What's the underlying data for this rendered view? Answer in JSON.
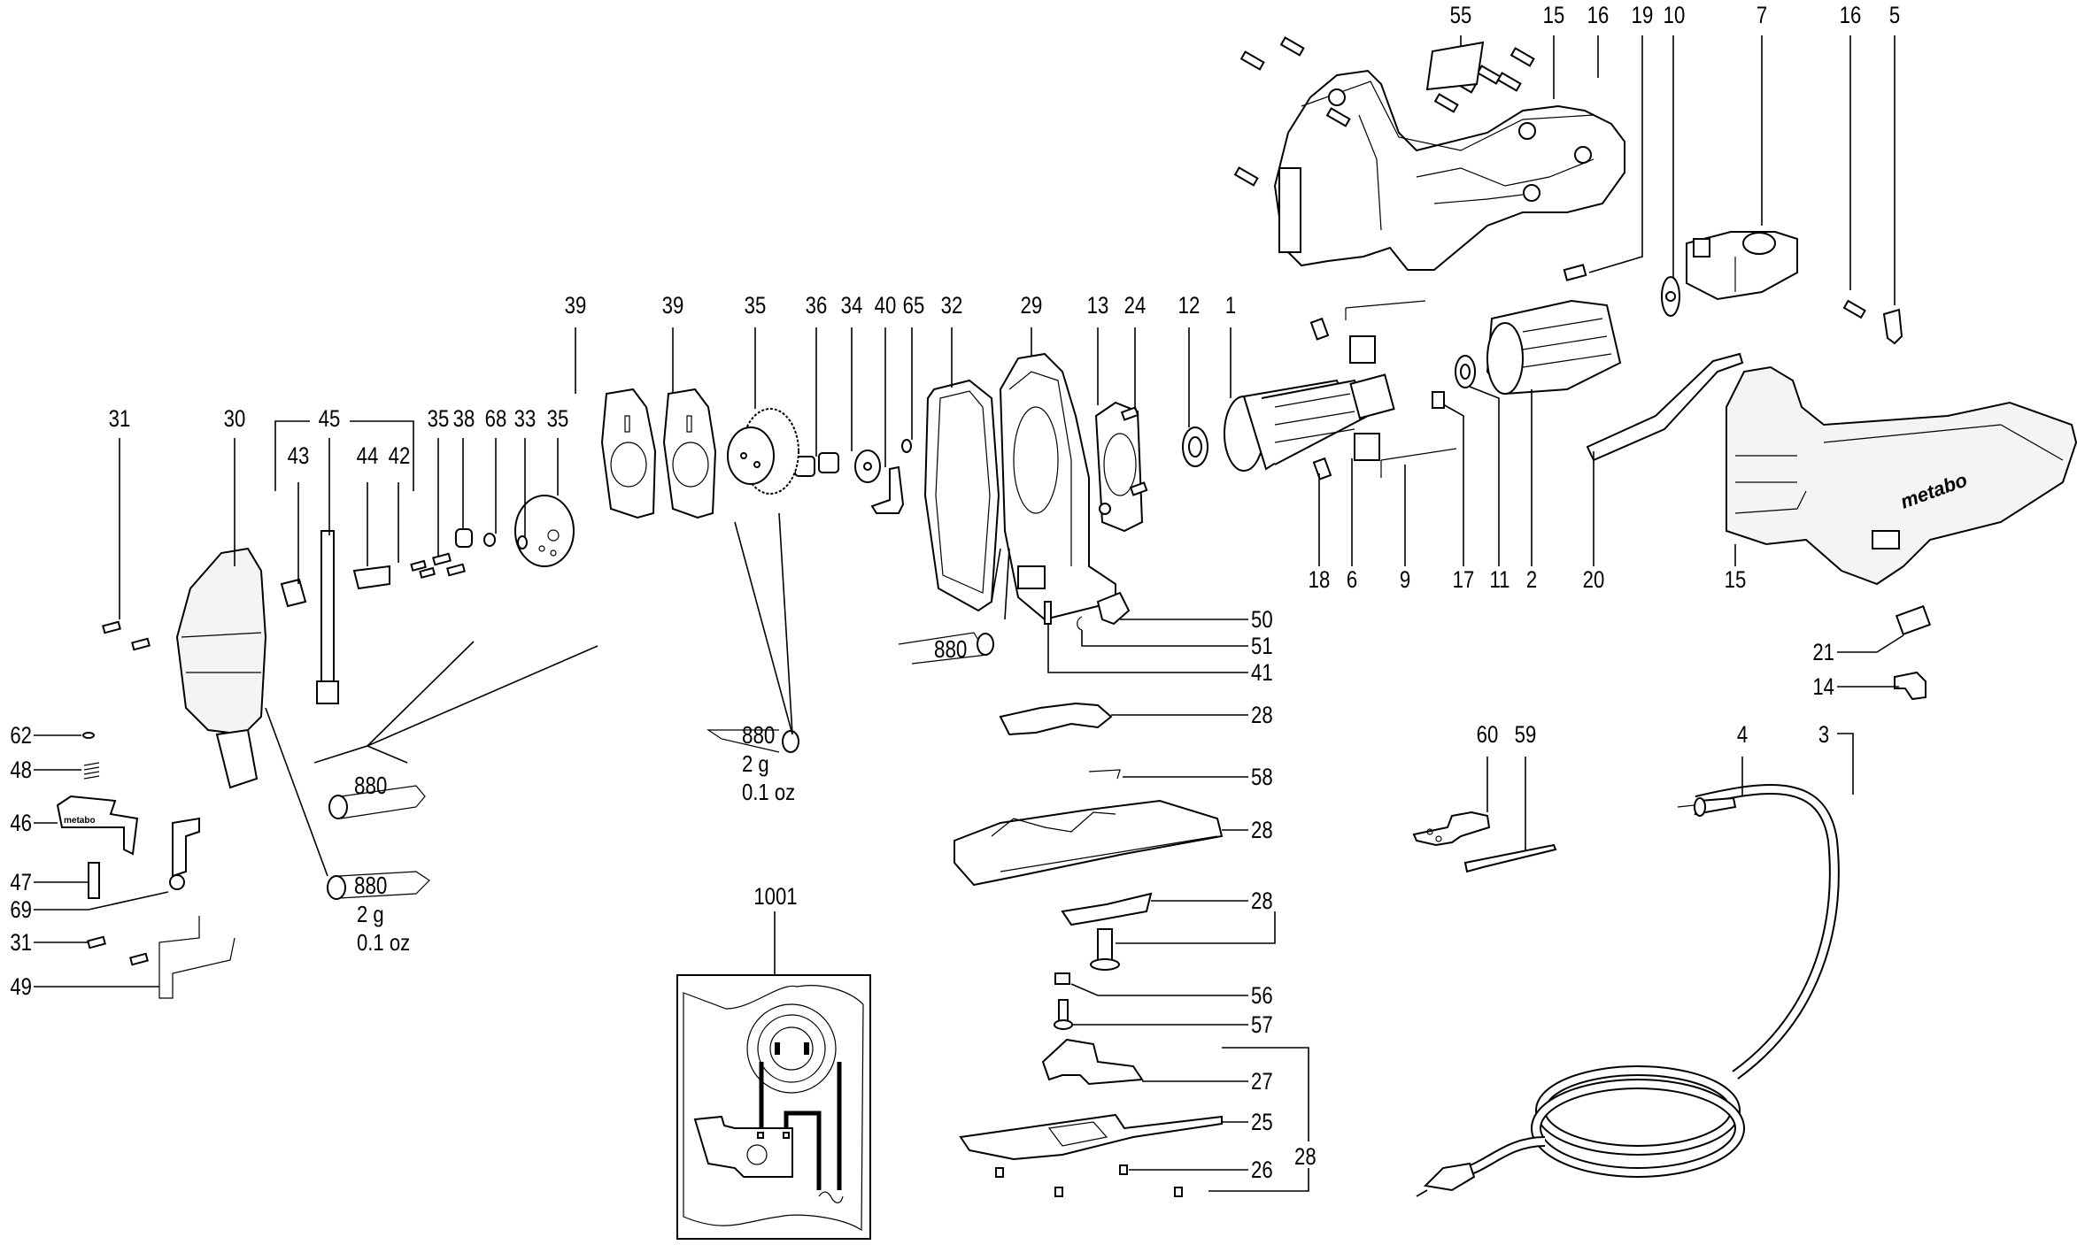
{
  "title": "Jigsaw exploded parts diagram",
  "brand_mark": "metabo",
  "callouts": {
    "top_housing": [
      "55",
      "15",
      "16",
      "19",
      "10",
      "7",
      "16",
      "5"
    ],
    "gear_row": [
      "39",
      "39",
      "35",
      "36",
      "34",
      "40",
      "65",
      "32",
      "29",
      "13",
      "24",
      "12",
      "1"
    ],
    "plunger_row": [
      "31",
      "30",
      "45",
      "35",
      "38",
      "68",
      "33",
      "35"
    ],
    "plunger_sub": [
      "43",
      "44",
      "42"
    ],
    "motor_row": [
      "18",
      "6",
      "9",
      "17",
      "11",
      "2",
      "20",
      "15"
    ],
    "gear_side": [
      "50",
      "51",
      "41",
      "28"
    ],
    "switch_side": [
      "21",
      "14"
    ],
    "left_column": [
      "62",
      "48",
      "46",
      "47",
      "69",
      "31",
      "49"
    ],
    "base_column": [
      "58",
      "28",
      "28",
      "56",
      "57",
      "27",
      "25",
      "28",
      "26"
    ],
    "cord_row": [
      "60",
      "59",
      "4",
      "3"
    ],
    "wiring": "1001"
  },
  "grease": {
    "code": "880",
    "amount_g": "2 g",
    "amount_oz": "0.1 oz"
  }
}
